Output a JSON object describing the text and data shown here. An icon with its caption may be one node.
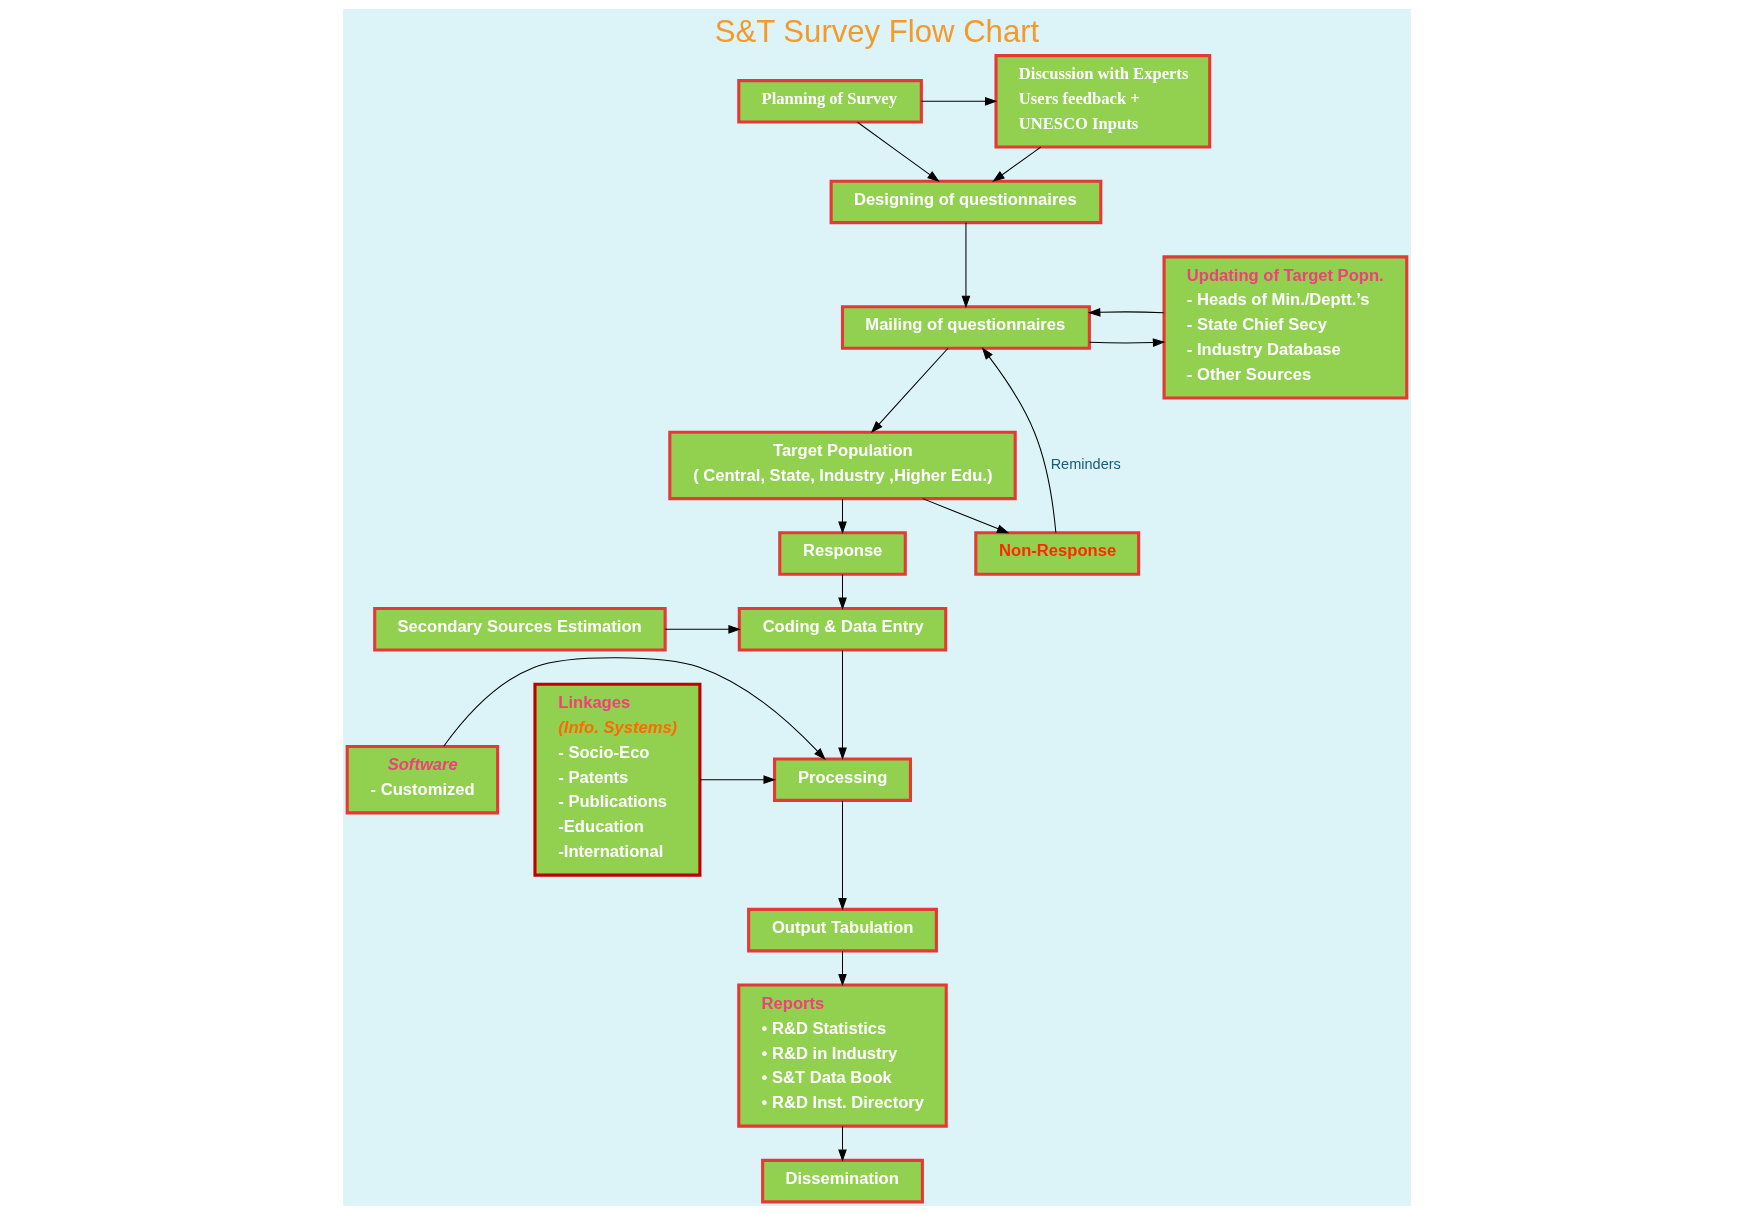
{
  "diagram": {
    "title": "S&T Survey Flow Chart",
    "nodes": [
      {
        "text": [
          "Planning of Survey"
        ]
      },
      {
        "text": [
          "Discussion with Experts",
          "Users feedback +",
          "UNESCO Inputs"
        ]
      },
      {
        "text": [
          "Designing of questionnaires"
        ]
      },
      {
        "text": [
          "Updating of Target Popn.",
          "- Heads of Min./Deptt.’s",
          "- State Chief Secy",
          "- Industry Database",
          "- Other Sources"
        ]
      },
      {
        "text": [
          "Mailing of questionnaires"
        ]
      },
      {
        "text": [
          "Target Population",
          "( Central, State, Industry ,Higher Edu.)"
        ]
      },
      {
        "text": [
          "Response"
        ]
      },
      {
        "text": [
          "Non-Response"
        ]
      },
      {
        "text": [
          "Coding & Data Entry"
        ]
      },
      {
        "text": [
          "Secondary Sources Estimation"
        ]
      },
      {
        "text": [
          "Software",
          "- Customized"
        ]
      },
      {
        "text": [
          "Processing"
        ]
      },
      {
        "text": [
          "Linkages",
          "(Info. Systems)",
          "- Socio-Eco",
          "- Patents",
          "- Publications",
          "-Education",
          "-International"
        ]
      },
      {
        "text": [
          "Output Tabulation"
        ]
      },
      {
        "text": [
          "Reports",
          "• R&D Statistics",
          "• R&D in Industry",
          "• S&T Data Book",
          "• R&D Inst. Directory"
        ]
      },
      {
        "text": [
          "Dissemination"
        ]
      }
    ],
    "edges": [
      {
        "from": 0,
        "to": 1,
        "arrow": "to"
      },
      {
        "from": 0,
        "to": 2,
        "arrow": "to"
      },
      {
        "from": 1,
        "to": 2,
        "arrow": "to"
      },
      {
        "from": 2,
        "to": 4,
        "arrow": "to"
      },
      {
        "from": 4,
        "to": 3,
        "arrow": "to"
      },
      {
        "from": 3,
        "to": 4,
        "arrow": "to"
      },
      {
        "from": 4,
        "to": 5,
        "arrow": "to"
      },
      {
        "from": 5,
        "to": 6,
        "arrow": "to"
      },
      {
        "from": 5,
        "to": 7,
        "arrow": "to"
      },
      {
        "from": 7,
        "to": 4,
        "arrow": "to",
        "label": "Reminders"
      },
      {
        "from": 6,
        "to": 8,
        "arrow": "to"
      },
      {
        "from": 9,
        "to": 8,
        "arrow": "to"
      },
      {
        "from": 8,
        "to": 11,
        "arrow": "to"
      },
      {
        "from": 10,
        "to": 11,
        "arrow": "to"
      },
      {
        "from": 12,
        "to": 11,
        "arrow": "to"
      },
      {
        "from": 11,
        "to": 13,
        "arrow": "to"
      },
      {
        "from": 13,
        "to": 14,
        "arrow": "to"
      },
      {
        "from": 14,
        "to": 15,
        "arrow": "to"
      }
    ]
  }
}
